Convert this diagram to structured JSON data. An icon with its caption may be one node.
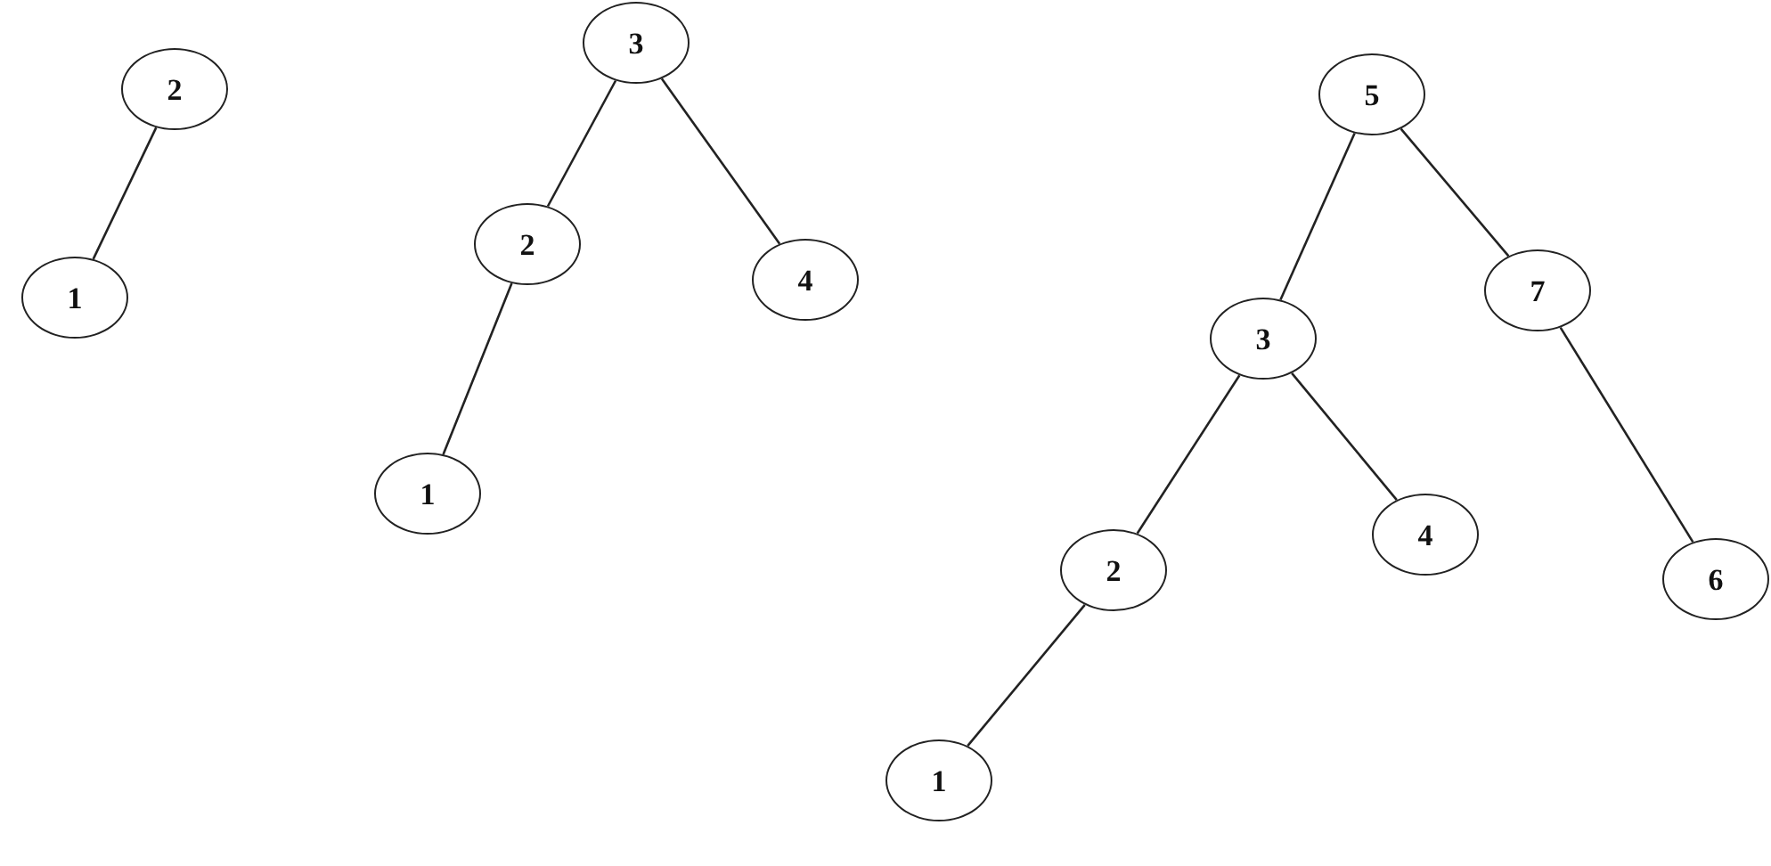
{
  "diagram": {
    "nodes": [
      {
        "text": [
          "2"
        ]
      },
      {
        "text": [
          "1"
        ]
      },
      {
        "text": [
          "3"
        ]
      },
      {
        "text": [
          "2"
        ]
      },
      {
        "text": [
          "4"
        ]
      },
      {
        "text": [
          "1"
        ]
      },
      {
        "text": [
          "5"
        ]
      },
      {
        "text": [
          "3"
        ]
      },
      {
        "text": [
          "7"
        ]
      },
      {
        "text": [
          "2"
        ]
      },
      {
        "text": [
          "4"
        ]
      },
      {
        "text": [
          "6"
        ]
      },
      {
        "text": [
          "1"
        ]
      }
    ],
    "edges": [
      {
        "from": 0,
        "to": 1,
        "arrow": "none"
      },
      {
        "from": 2,
        "to": 3,
        "arrow": "none"
      },
      {
        "from": 2,
        "to": 4,
        "arrow": "none"
      },
      {
        "from": 3,
        "to": 5,
        "arrow": "none"
      },
      {
        "from": 6,
        "to": 7,
        "arrow": "none"
      },
      {
        "from": 6,
        "to": 8,
        "arrow": "none"
      },
      {
        "from": 7,
        "to": 9,
        "arrow": "none"
      },
      {
        "from": 7,
        "to": 10,
        "arrow": "none"
      },
      {
        "from": 8,
        "to": 11,
        "arrow": "none"
      },
      {
        "from": 9,
        "to": 12,
        "arrow": "none"
      }
    ]
  }
}
